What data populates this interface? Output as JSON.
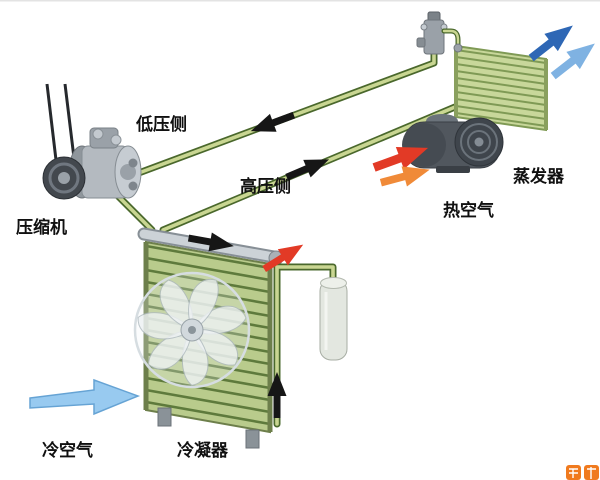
{
  "diagram": {
    "type": "automotive-air-conditioning-refrigeration-cycle",
    "labels": {
      "compressor": "压缩机",
      "low_pressure_side": "低压侧",
      "high_pressure_side": "高压侧",
      "evaporator": "蒸发器",
      "hot_air": "热空气",
      "cold_air": "冷空气",
      "condenser": "冷凝器"
    },
    "components": [
      "compressor",
      "low-pressure-pipe",
      "high-pressure-pipe",
      "expansion-valve",
      "evaporator-coil",
      "blower-fan",
      "condenser-coil",
      "condenser-fan",
      "receiver-drier"
    ],
    "flow_arrows": [
      {
        "name": "suction-flow-arrow",
        "color": "black",
        "direction": "down-left-toward-compressor"
      },
      {
        "name": "liquid-flow-arrow",
        "color": "black",
        "direction": "up-right-toward-evaporator"
      },
      {
        "name": "condenser-inlet-arrow",
        "color": "black",
        "direction": "right-along-header"
      },
      {
        "name": "condenser-outlet-arrow",
        "color": "black",
        "direction": "up"
      },
      {
        "name": "condenser-heat-arrow",
        "color": "red",
        "direction": "up-right"
      },
      {
        "name": "hot-air-arrows",
        "color": "red-orange",
        "direction": "toward-blower"
      },
      {
        "name": "evaporator-air-arrows",
        "color": "blue",
        "direction": "up-right"
      },
      {
        "name": "cold-air-arrow",
        "color": "light-blue",
        "direction": "toward-condenser-fan"
      }
    ],
    "colors": {
      "pipe_outline": "#4a682c",
      "pipe_fill": "#c9d692",
      "coil_fill": "#b9cb8c",
      "coil_line": "#5e7a3c",
      "coil_edge": "#6d7f4b",
      "evap_fill": "#c8d79a",
      "evap_line": "#7f9a55",
      "arrow_black": "#161616",
      "arrow_red": "#e23a26",
      "arrow_orange": "#f08a38",
      "arrow_blue": "#2e67b5",
      "arrow_blue_light": "#7fb2e2",
      "cold_air": "#93c8f0",
      "cold_air_edge": "#5e9fd2",
      "fan_blade": "#eef2f4",
      "fan_line": "#aeb9be",
      "watermark_orange": "#f07a1e"
    }
  }
}
